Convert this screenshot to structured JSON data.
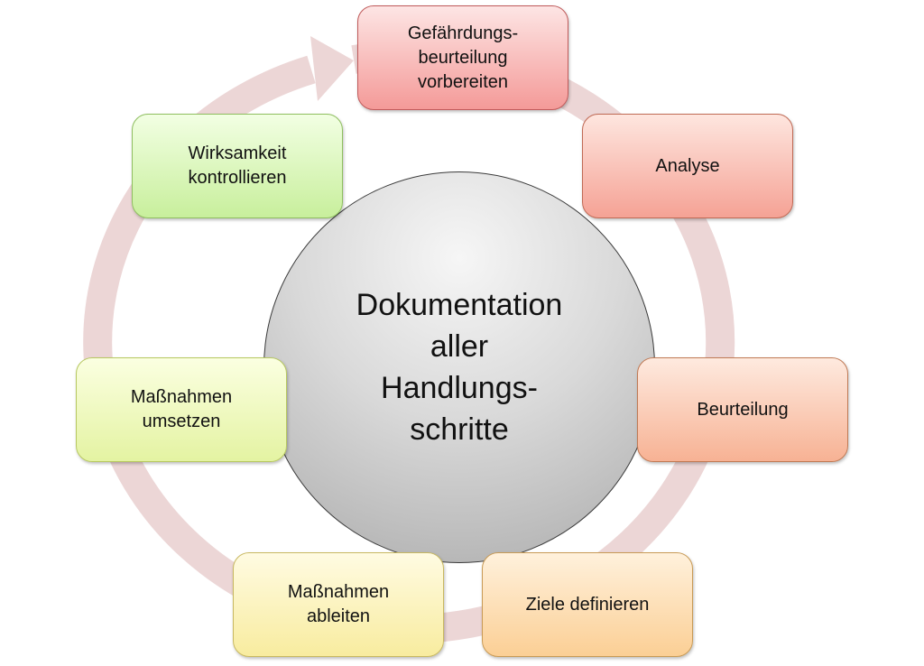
{
  "diagram": {
    "center_text": "Dokumentation\naller\nHandlungs-\nschritte",
    "steps": [
      {
        "label": "Gefährdungs-\nbeurteilung\nvorbereiten"
      },
      {
        "label": "Analyse"
      },
      {
        "label": "Beurteilung"
      },
      {
        "label": "Ziele definieren"
      },
      {
        "label": "Maßnahmen\nableiten"
      },
      {
        "label": "Maßnahmen\numsetzen"
      },
      {
        "label": "Wirksamkeit\nkontrollieren"
      }
    ],
    "colors": {
      "cycle_arrow": "#ecd6d6",
      "center_border": "#3a3a3a"
    }
  }
}
